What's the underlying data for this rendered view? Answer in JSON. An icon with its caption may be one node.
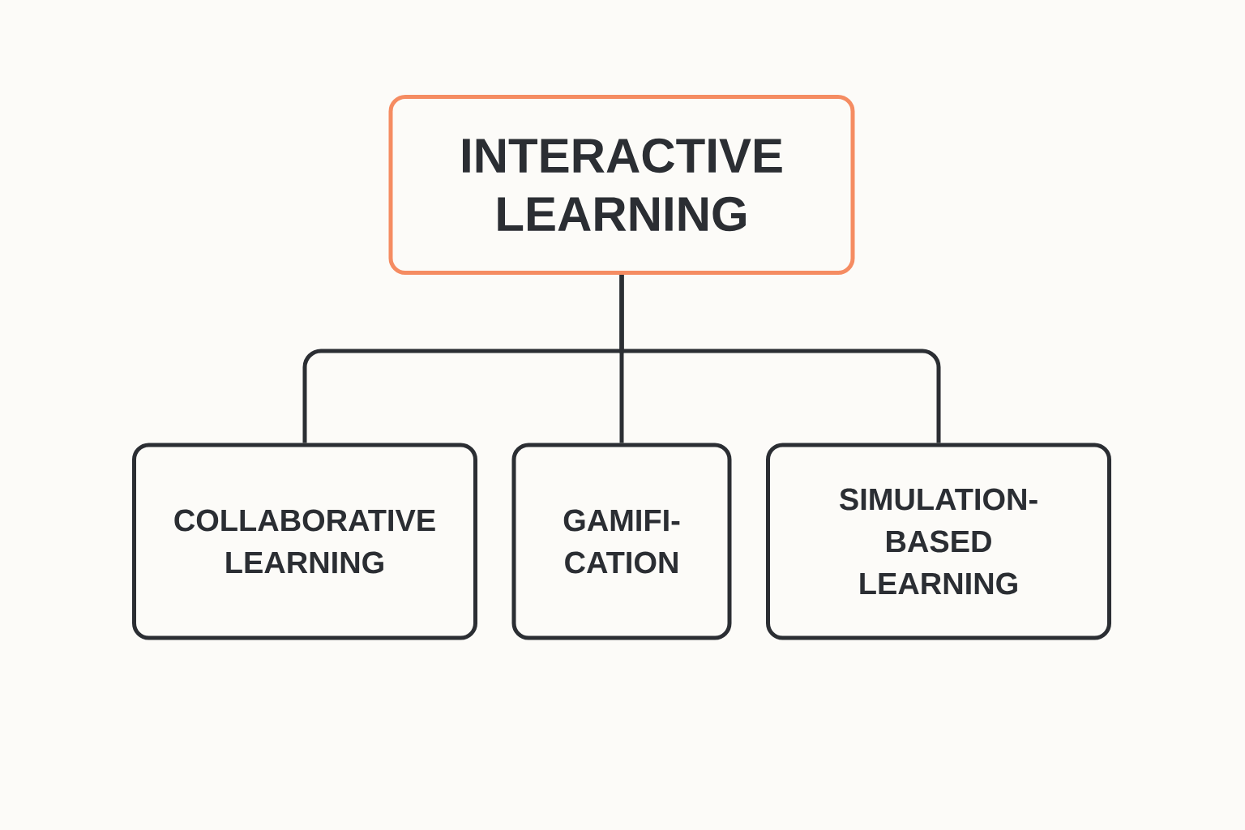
{
  "diagram": {
    "nodes": [
      {
        "text": [
          "INTERACTIVE LEARNING"
        ]
      },
      {
        "text": [
          "COLLABORATIVE LEARNING"
        ]
      },
      {
        "text": [
          "GAMIFI- CATION"
        ]
      },
      {
        "text": [
          "SIMULATION- BASED LEARNING"
        ]
      }
    ],
    "edges": [
      {
        "from": 0,
        "to": 1,
        "arrow": "none"
      },
      {
        "from": 0,
        "to": 2,
        "arrow": "none"
      },
      {
        "from": 0,
        "to": 3,
        "arrow": "none"
      }
    ]
  }
}
